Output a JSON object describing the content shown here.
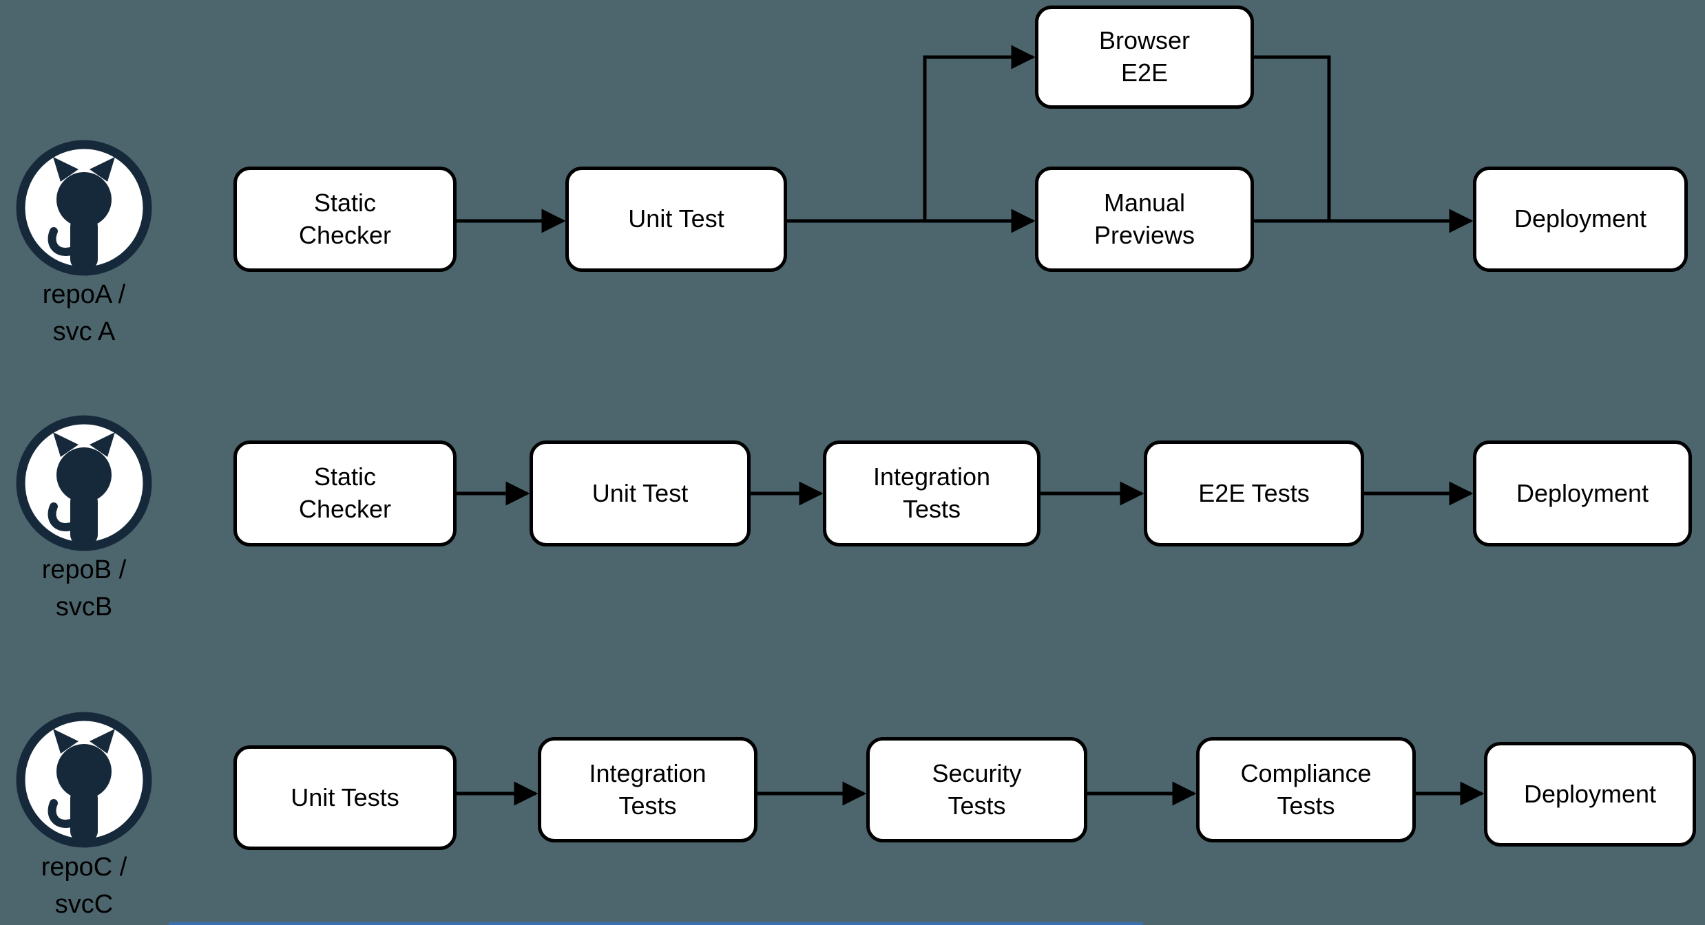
{
  "diagram": {
    "kind": "ci-cd-pipeline-flowchart",
    "background_color": "#4d666e",
    "node_fill": "#ffffff",
    "node_border_color": "#000000",
    "connector_color": "#000000",
    "icon_color": "#16293a",
    "bottom_bar_color": "#3c6fae"
  },
  "rows": [
    {
      "repo_label_line1": "repoA /",
      "repo_label_line2": "svc A",
      "icon": "github-octocat-icon",
      "nodes": [
        "Static Checker",
        "Unit Test",
        "Browser E2E",
        "Manual Previews",
        "Deployment"
      ],
      "edges": [
        [
          "Static Checker",
          "Unit Test"
        ],
        [
          "Unit Test",
          "Browser E2E"
        ],
        [
          "Unit Test",
          "Manual Previews"
        ],
        [
          "Browser E2E",
          "Deployment"
        ],
        [
          "Manual Previews",
          "Deployment"
        ]
      ]
    },
    {
      "repo_label_line1": "repoB /",
      "repo_label_line2": "svcB",
      "icon": "github-octocat-icon",
      "nodes": [
        "Static Checker",
        "Unit Test",
        "Integration Tests",
        "E2E Tests",
        "Deployment"
      ],
      "edges": [
        [
          "Static Checker",
          "Unit Test"
        ],
        [
          "Unit Test",
          "Integration Tests"
        ],
        [
          "Integration Tests",
          "E2E Tests"
        ],
        [
          "E2E Tests",
          "Deployment"
        ]
      ]
    },
    {
      "repo_label_line1": "repoC /",
      "repo_label_line2": "svcC",
      "icon": "github-octocat-icon",
      "nodes": [
        "Unit Tests",
        "Integration Tests",
        "Security Tests",
        "Compliance Tests",
        "Deployment"
      ],
      "edges": [
        [
          "Unit Tests",
          "Integration Tests"
        ],
        [
          "Integration Tests",
          "Security Tests"
        ],
        [
          "Security Tests",
          "Compliance Tests"
        ],
        [
          "Compliance Tests",
          "Deployment"
        ]
      ]
    }
  ]
}
